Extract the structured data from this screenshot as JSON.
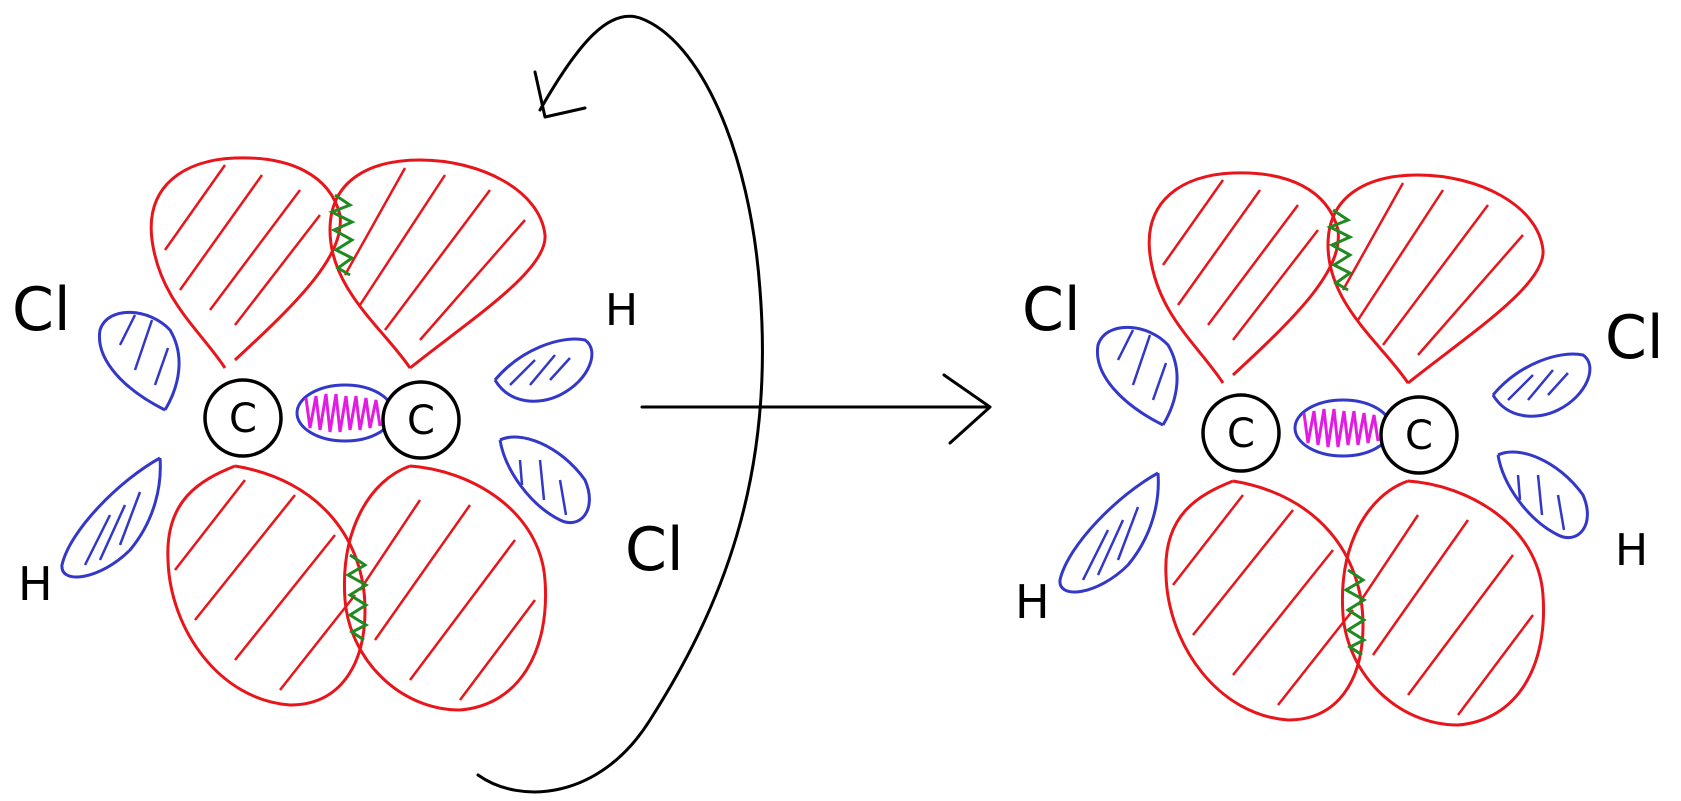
{
  "colors": {
    "p_orbital": "#e8151b",
    "sp2_orbital": "#3338c8",
    "pi_overlap": "#1f8a1f",
    "sigma_overlap": "#e21ce2",
    "atom_outline": "#000000"
  },
  "left_molecule": {
    "carbon_1": "C",
    "carbon_2": "C",
    "upper_left": "Cl",
    "upper_right": "H",
    "lower_left": "H",
    "lower_right": "Cl"
  },
  "right_molecule": {
    "carbon_1": "C",
    "carbon_2": "C",
    "upper_left": "Cl",
    "upper_right": "Cl",
    "lower_left": "H",
    "lower_right": "H"
  }
}
